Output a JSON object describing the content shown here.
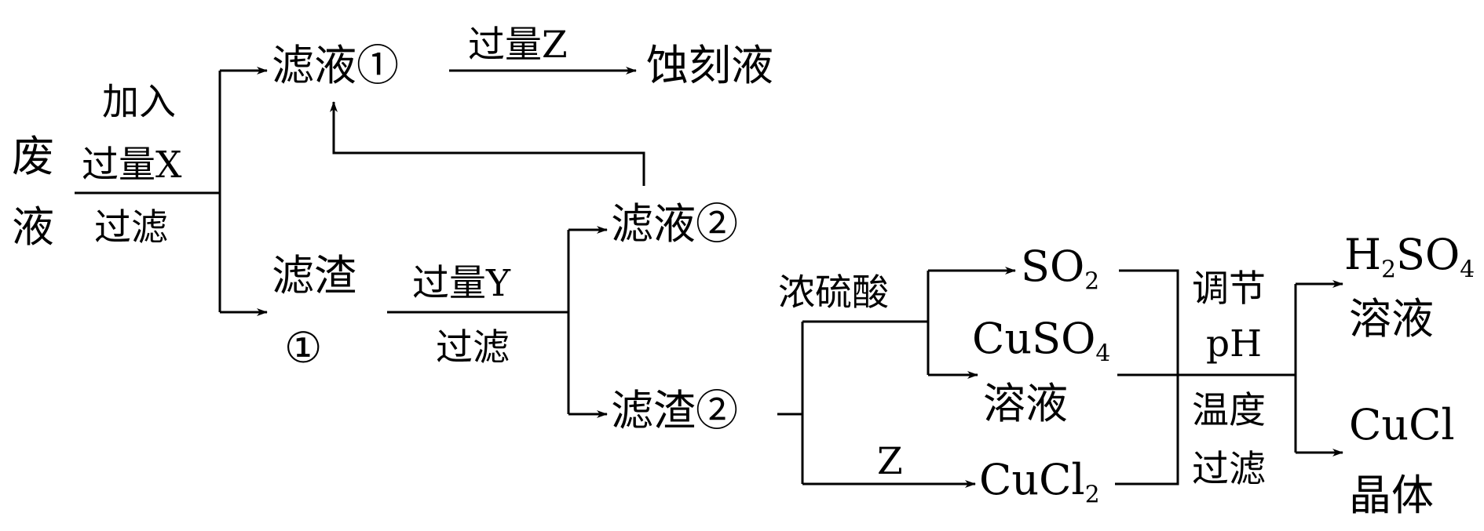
{
  "nodes": {
    "waste_1": "废",
    "waste_2": "液",
    "step1_line1": "加入",
    "step1_line2": "过量X",
    "step1_below": "过滤",
    "filtrate1": "滤液①",
    "step_z1": "过量Z",
    "etchant": "蚀刻液",
    "residue1_line1": "滤渣",
    "residue1_line2": "①",
    "step2_above": "过量Y",
    "step2_below": "过滤",
    "filtrate2": "滤液②",
    "residue2": "滤渣②",
    "conc_h2so4": "浓硫酸",
    "so2_main": "SO",
    "so2_sub": "2",
    "cuso4_main": "CuSO",
    "cuso4_sub": "4",
    "cuso4_line2": "溶液",
    "z_label": "Z",
    "cucl2_main": "CuCl",
    "cucl2_sub": "2",
    "adjust_line1": "调节",
    "adjust_line2": "pH",
    "temp_line1": "温度",
    "temp_line2": "过滤",
    "h2so4_h": "H",
    "h2so4_sub2": "2",
    "h2so4_so": "SO",
    "h2so4_sub4": "4",
    "h2so4_line2": "溶液",
    "cucl_line1": "CuCl",
    "cucl_line2": "晶体"
  }
}
